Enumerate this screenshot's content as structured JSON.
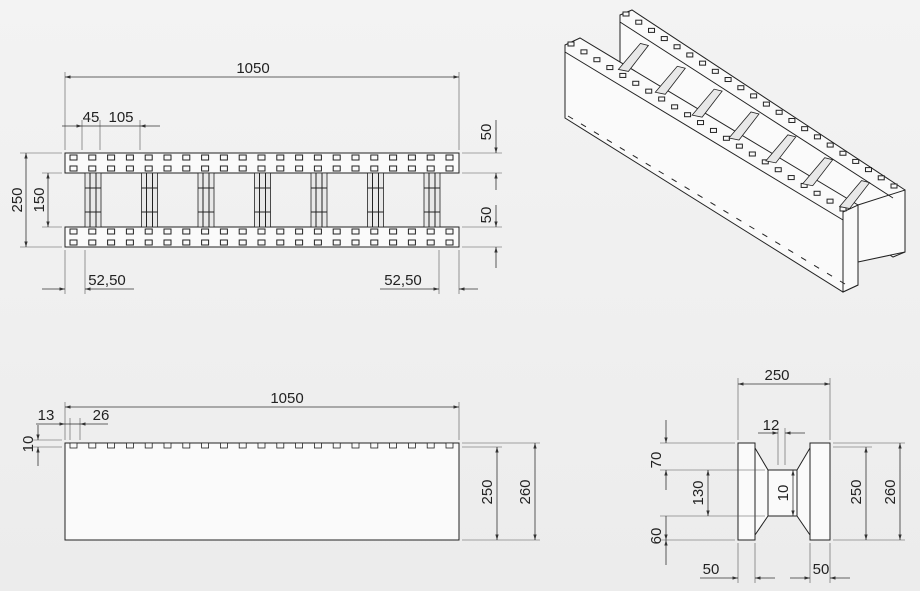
{
  "views": {
    "top": {
      "overall_length": "1050",
      "offset_a": "45",
      "spacing": "105",
      "wall_top": "50",
      "wall_bottom": "50",
      "total_width": "250",
      "inner_width": "150",
      "end_left": "52,50",
      "end_right": "52,50"
    },
    "front": {
      "overall_length": "1050",
      "notch_offset": "13",
      "notch_width": "26",
      "notch_depth": "10",
      "height_a": "250",
      "height_b": "260"
    },
    "side": {
      "width": "250",
      "web": "12",
      "upper": "70",
      "middle": "130",
      "lower": "60",
      "web_thick": "10",
      "wall_left": "50",
      "wall_right": "50",
      "height_a": "250",
      "height_b": "260"
    }
  }
}
